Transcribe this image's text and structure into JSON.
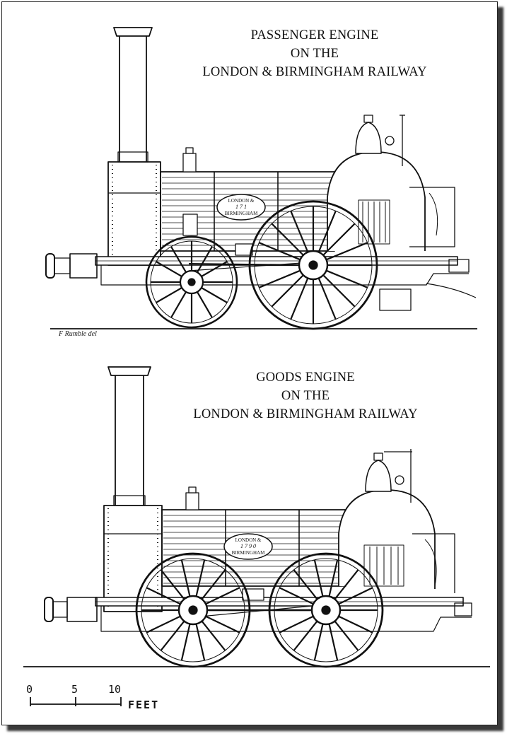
{
  "passenger": {
    "title_lines": [
      "PASSENGER ENGINE",
      "ON THE",
      "LONDON & BIRMINGHAM RAILWAY"
    ],
    "nameplate": [
      "LONDON &",
      "1 7 1",
      "BIRMINGHAM"
    ],
    "credit": "F Rumble del"
  },
  "goods": {
    "title_lines": [
      "GOODS ENGINE",
      "ON THE",
      "LONDON & BIRMINGHAM RAILWAY"
    ],
    "nameplate": [
      "LONDON &",
      "1 7 9 0",
      "BIRMINGHAM"
    ]
  },
  "scale": {
    "marks": [
      "0",
      "5",
      "10"
    ],
    "unit": "FEET"
  },
  "colors": {
    "ink": "#111111",
    "paper": "#ffffff",
    "shadow": "#3a3a3a"
  }
}
